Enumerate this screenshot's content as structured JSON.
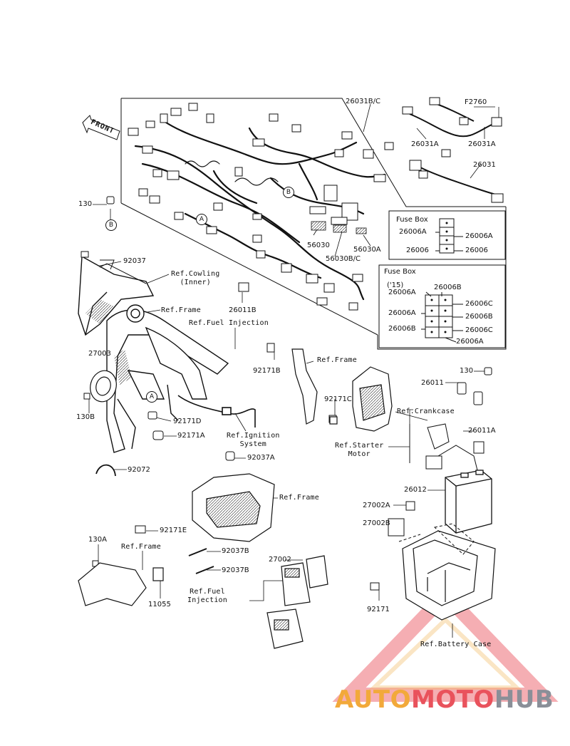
{
  "colors": {
    "line": "#111111",
    "watermark_orange": "#f2a93a",
    "watermark_red": "#e9525c",
    "watermark_gray": "#8a8f98"
  },
  "front_arrow": {
    "text": "FRONT",
    "icon": "front-arrow-icon"
  },
  "callouts": {
    "c130_top": "130",
    "c26031bc": "26031B/C",
    "cF2760": "F2760",
    "c26031a_1": "26031A",
    "c26031a_2": "26031A",
    "c26031": "26031",
    "c56030": "56030",
    "c56030a": "56030A",
    "c56030bc": "56030B/C",
    "c26011b": "26011B",
    "c92037": "92037",
    "c27003": "27003",
    "c130b": "130B",
    "c92171d": "92171D",
    "c92171a": "92171A",
    "c92171b": "92171B",
    "c92171c": "92171C",
    "c130_right": "130",
    "c26011": "26011",
    "c26011a": "26011A",
    "c92072": "92072",
    "c92037a": "92037A",
    "c26012": "26012",
    "c27002a": "27002A",
    "c27002b": "27002B",
    "c92171e": "92171E",
    "c130a": "130A",
    "c92037b_1": "92037B",
    "c92037b_2": "92037B",
    "c27002": "27002",
    "c11055": "11055",
    "c92171": "92171"
  },
  "refs": {
    "cowling_1": "Ref.Cowling",
    "cowling_2": "(Inner)",
    "frame_1": "Ref.Frame",
    "fuel_injection_1": "Ref.Fuel Injection",
    "frame_2": "Ref.Frame",
    "crankcase": "Ref.Crankcase",
    "starter_1": "Ref.Starter",
    "starter_2": "Motor",
    "ignition_1": "Ref.Ignition",
    "ignition_2": "System",
    "frame_3": "Ref.Frame",
    "frame_4": "Ref.Frame",
    "fuel_injection_2a": "Ref.Fuel",
    "fuel_injection_2b": "Injection",
    "battery_case": "Ref.Battery Case"
  },
  "markers": {
    "a1": "A",
    "a2": "A",
    "b1": "B",
    "b2": "B"
  },
  "fuse_box_1": {
    "title": "Fuse Box",
    "left": [
      "26006A",
      "26006"
    ],
    "right": [
      "26006A",
      "26006"
    ]
  },
  "fuse_box_2": {
    "title": "Fuse Box",
    "year": "('15)",
    "top_left": "26006A",
    "top_right": "26006B",
    "left": [
      "26006A",
      "26006B"
    ],
    "right": [
      "26006C",
      "26006B",
      "26006C"
    ],
    "bottom": "26006A"
  },
  "watermark": {
    "part1": "AUTO",
    "part2": "MOTO",
    "part3": "HUB"
  }
}
